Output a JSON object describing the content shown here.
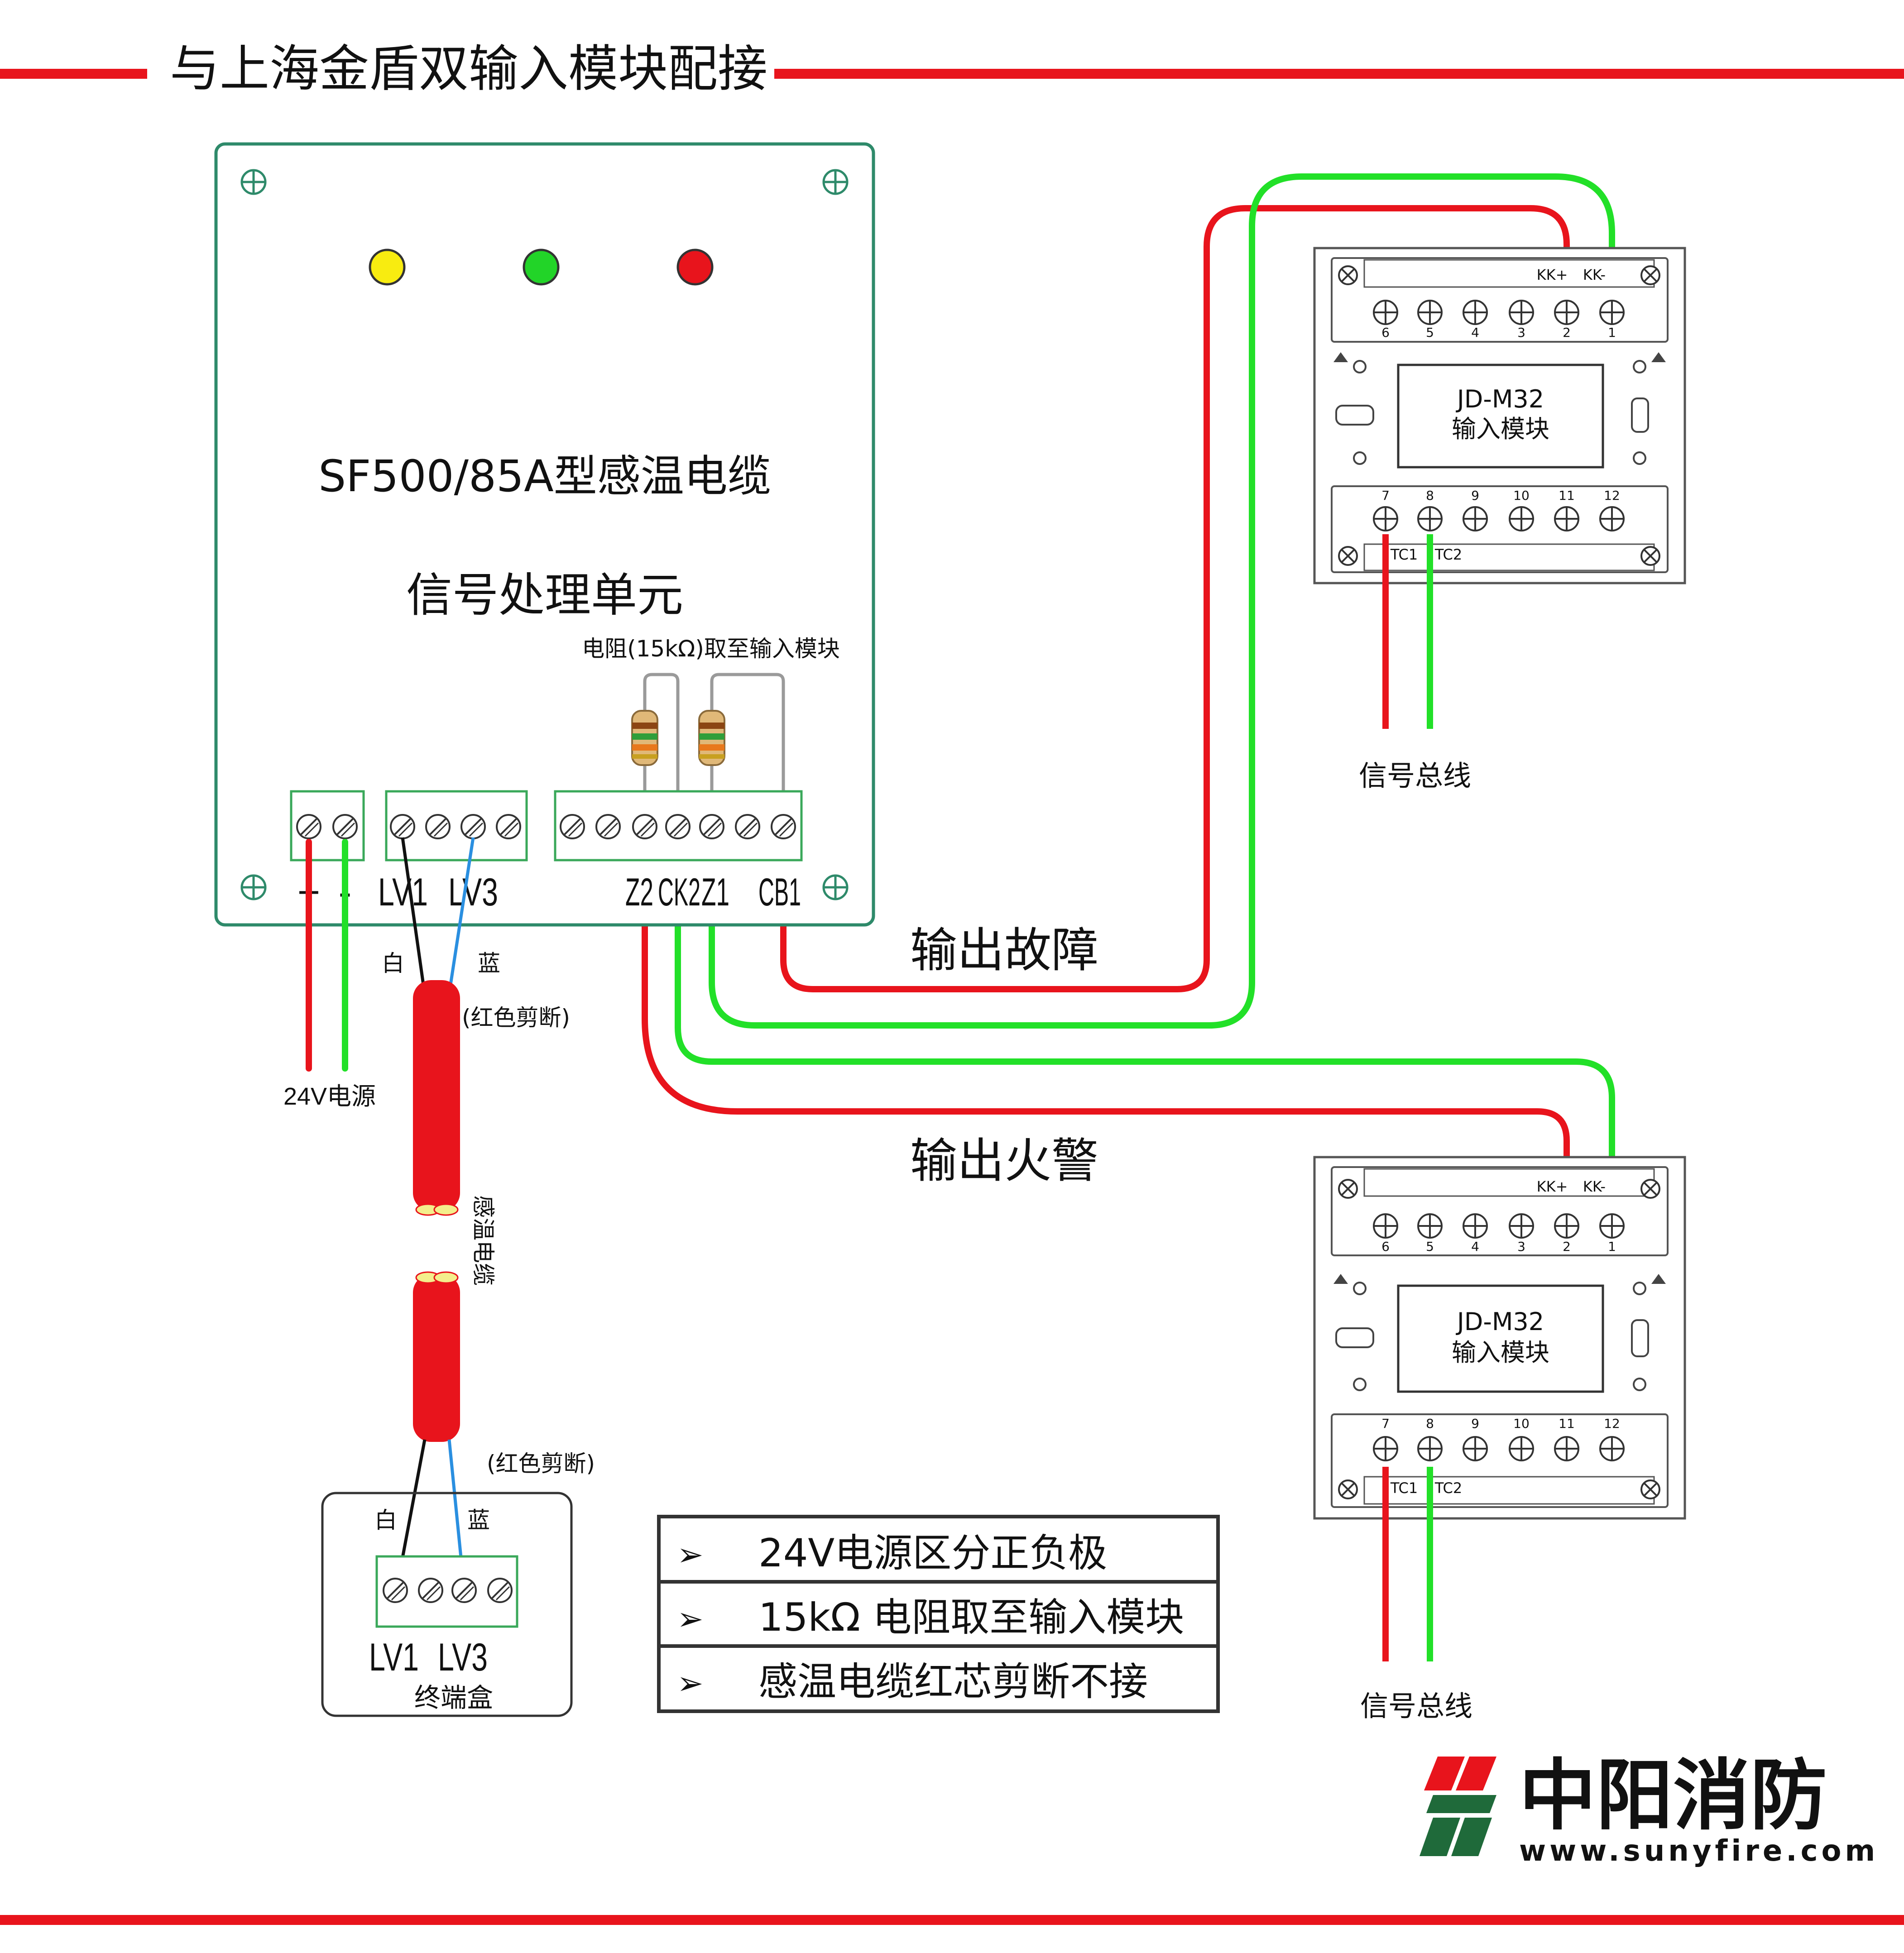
{
  "header": {
    "title": "与上海金盾双输入模块配接"
  },
  "processor": {
    "line1": "SF500/85A型感温电缆",
    "line2": "信号处理单元",
    "resistor_note": "电阻(15kΩ)取至输入模块",
    "terminals": {
      "plus": "+",
      "minus": "-",
      "lv1": "LV1",
      "lv3": "LV3",
      "z2": "Z2",
      "ck2": "CK2",
      "z1": "Z1",
      "cb1": "CB1"
    }
  },
  "power": {
    "label": "24V电源"
  },
  "cable": {
    "white": "白",
    "blue": "蓝",
    "red_cut": "(红色剪断)",
    "label": "感温电缆"
  },
  "end_box": {
    "white": "白",
    "blue": "蓝",
    "red_cut": "(红色剪断)",
    "lv1": "LV1",
    "lv3": "LV3",
    "label": "终端盒"
  },
  "outputs": {
    "fault": "输出故障",
    "fire": "输出火警"
  },
  "module": {
    "model": "JD-M32",
    "name": "输入模块",
    "kk_plus": "KK+",
    "kk_minus": "KK-",
    "tc1": "TC1",
    "tc2": "TC2",
    "top_numbers": [
      "6",
      "5",
      "4",
      "3",
      "2",
      "1"
    ],
    "bottom_numbers": [
      "7",
      "8",
      "9",
      "10",
      "11",
      "12"
    ]
  },
  "bus": {
    "label": "信号总线"
  },
  "notes": [
    {
      "arrow": "➢",
      "text": "24V电源区分正负极"
    },
    {
      "arrow": "➢",
      "text": "15kΩ 电阻取至输入模块"
    },
    {
      "arrow": "➢",
      "text": "感温电缆红芯剪断不接"
    }
  ],
  "brand": {
    "name": "中阳消防",
    "url": "www.sunyfire.com"
  },
  "colors": {
    "red": "#e8141c",
    "green": "#22e028",
    "blue": "#2a8fe0",
    "frame": "#2e8a6a",
    "terminal": "#3aa85a"
  }
}
